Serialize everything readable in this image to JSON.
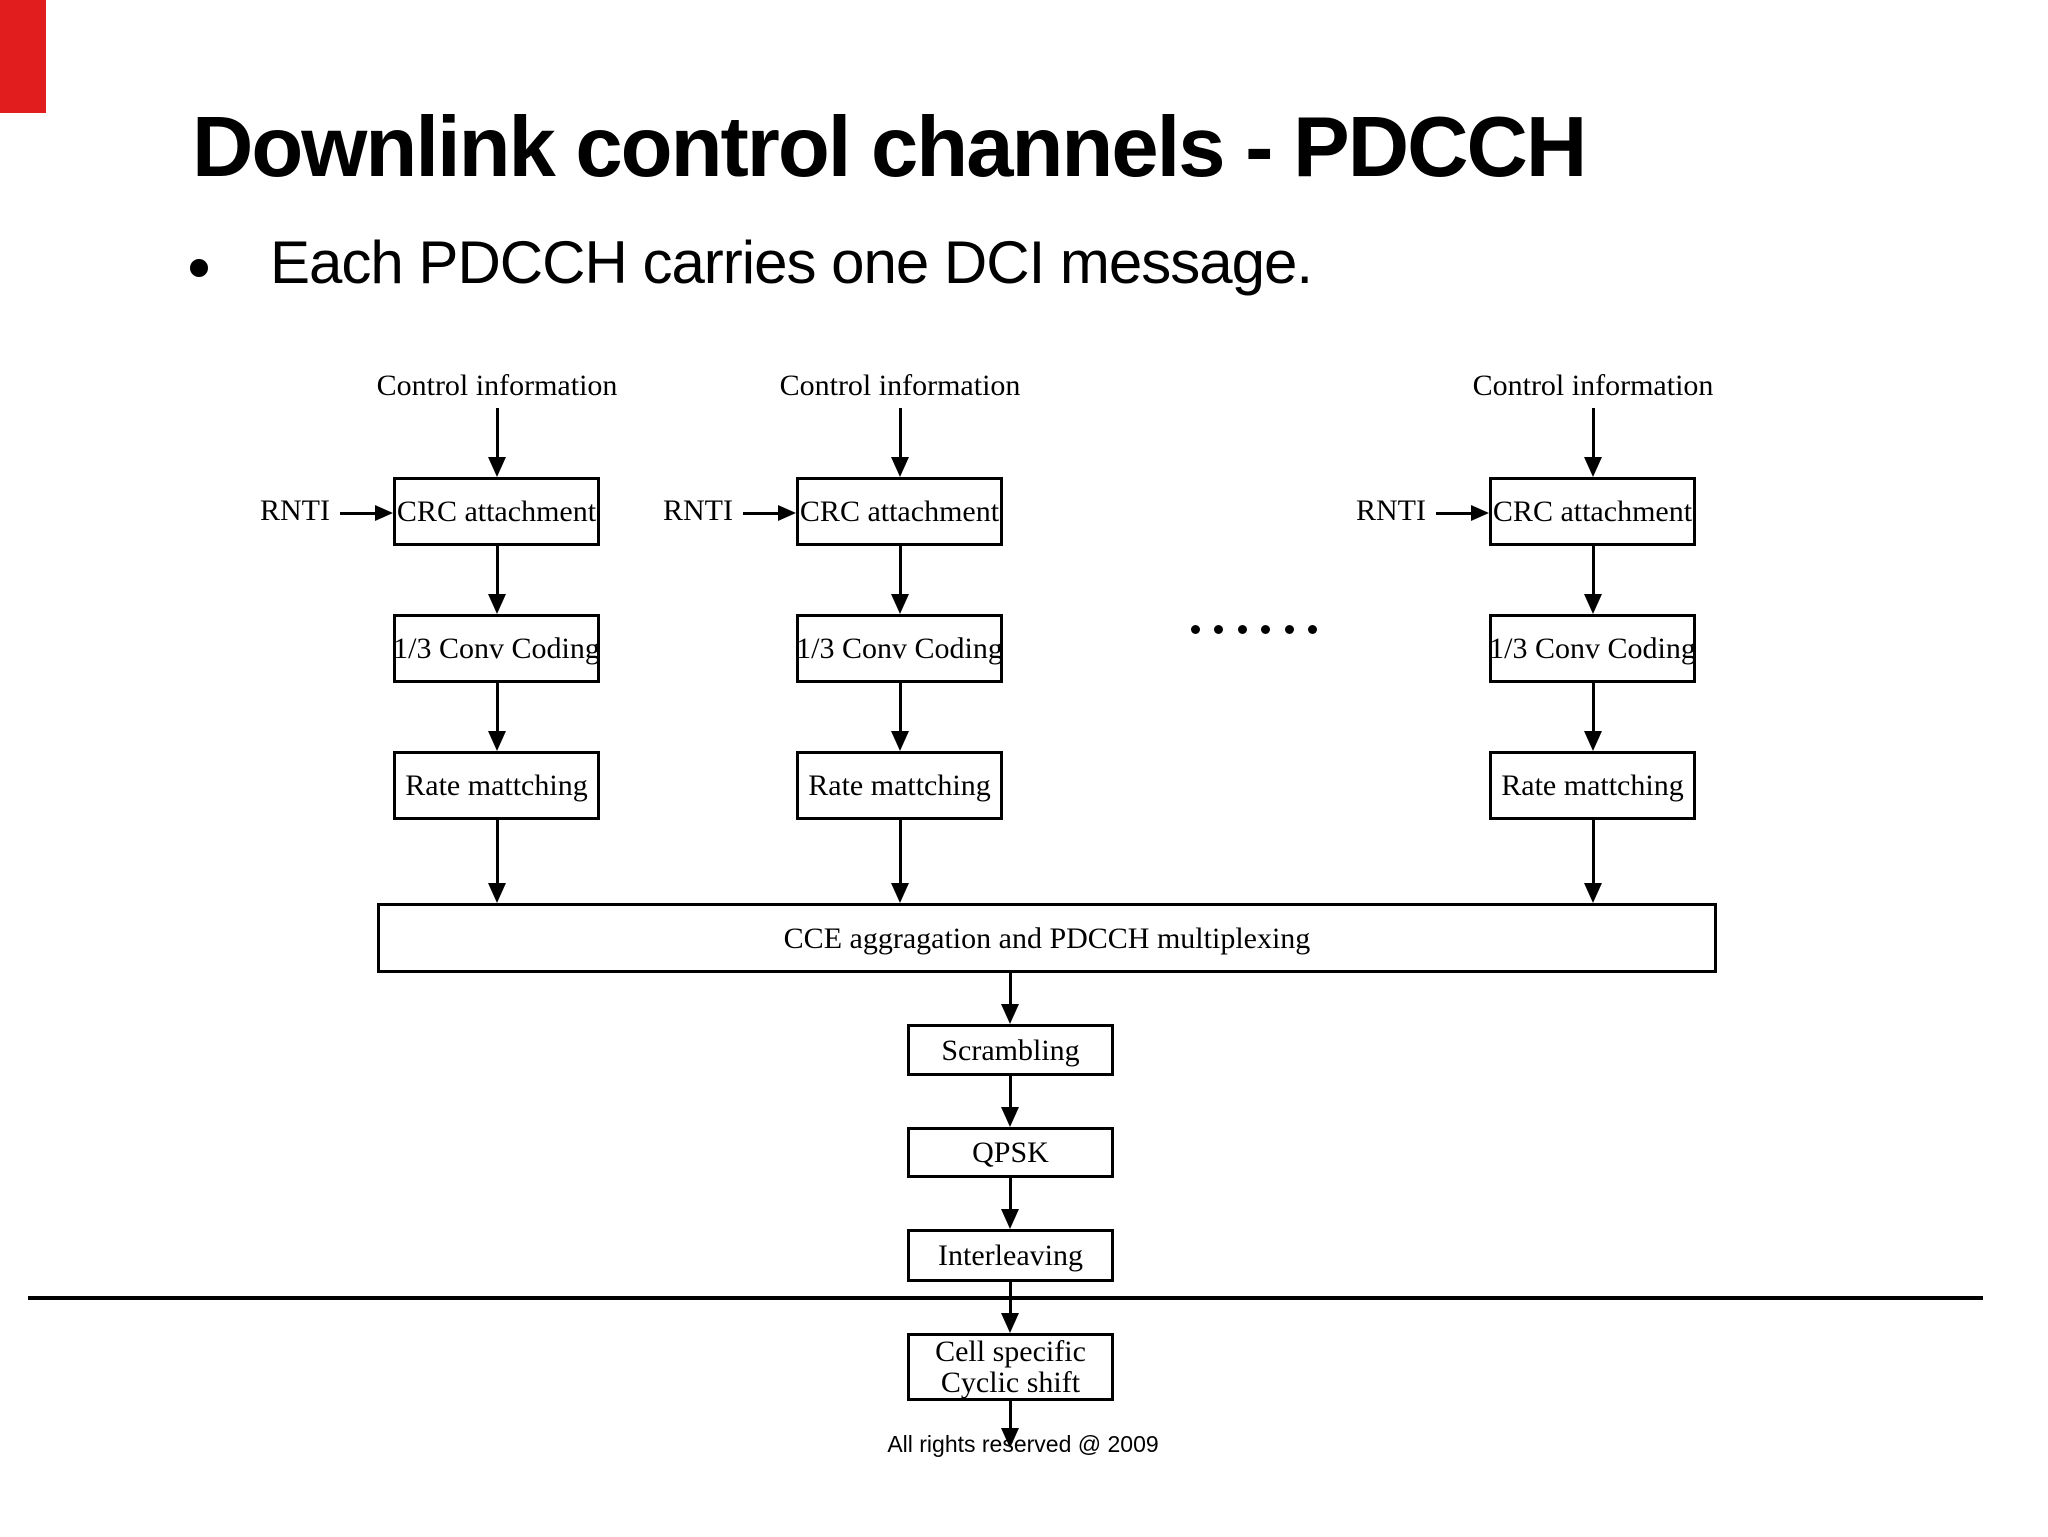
{
  "colors": {
    "accent_red": "#e11d1d",
    "ink": "#000000",
    "paper": "#ffffff"
  },
  "slide": {
    "title": "Downlink control channels - PDCCH",
    "bullet": "Each PDCCH carries one DCI message.",
    "footer": "All rights reserved @ 2009"
  },
  "diagram": {
    "columns": [
      {
        "input": "Control information",
        "side_input": "RNTI",
        "steps": [
          "CRC attachment",
          "1/3 Conv Coding",
          "Rate mattching"
        ]
      },
      {
        "input": "Control information",
        "side_input": "RNTI",
        "steps": [
          "CRC attachment",
          "1/3 Conv Coding",
          "Rate mattching"
        ]
      },
      {
        "input": "Control information",
        "side_input": "RNTI",
        "steps": [
          "CRC attachment",
          "1/3 Conv Coding",
          "Rate mattching"
        ]
      }
    ],
    "ellipsis_dot_count": 6,
    "merge_step": "CCE aggragation and PDCCH multiplexing",
    "serial_steps": [
      "Scrambling",
      "QPSK",
      "Interleaving"
    ],
    "final_step": {
      "line1": "Cell specific",
      "line2": "Cyclic shift"
    }
  }
}
